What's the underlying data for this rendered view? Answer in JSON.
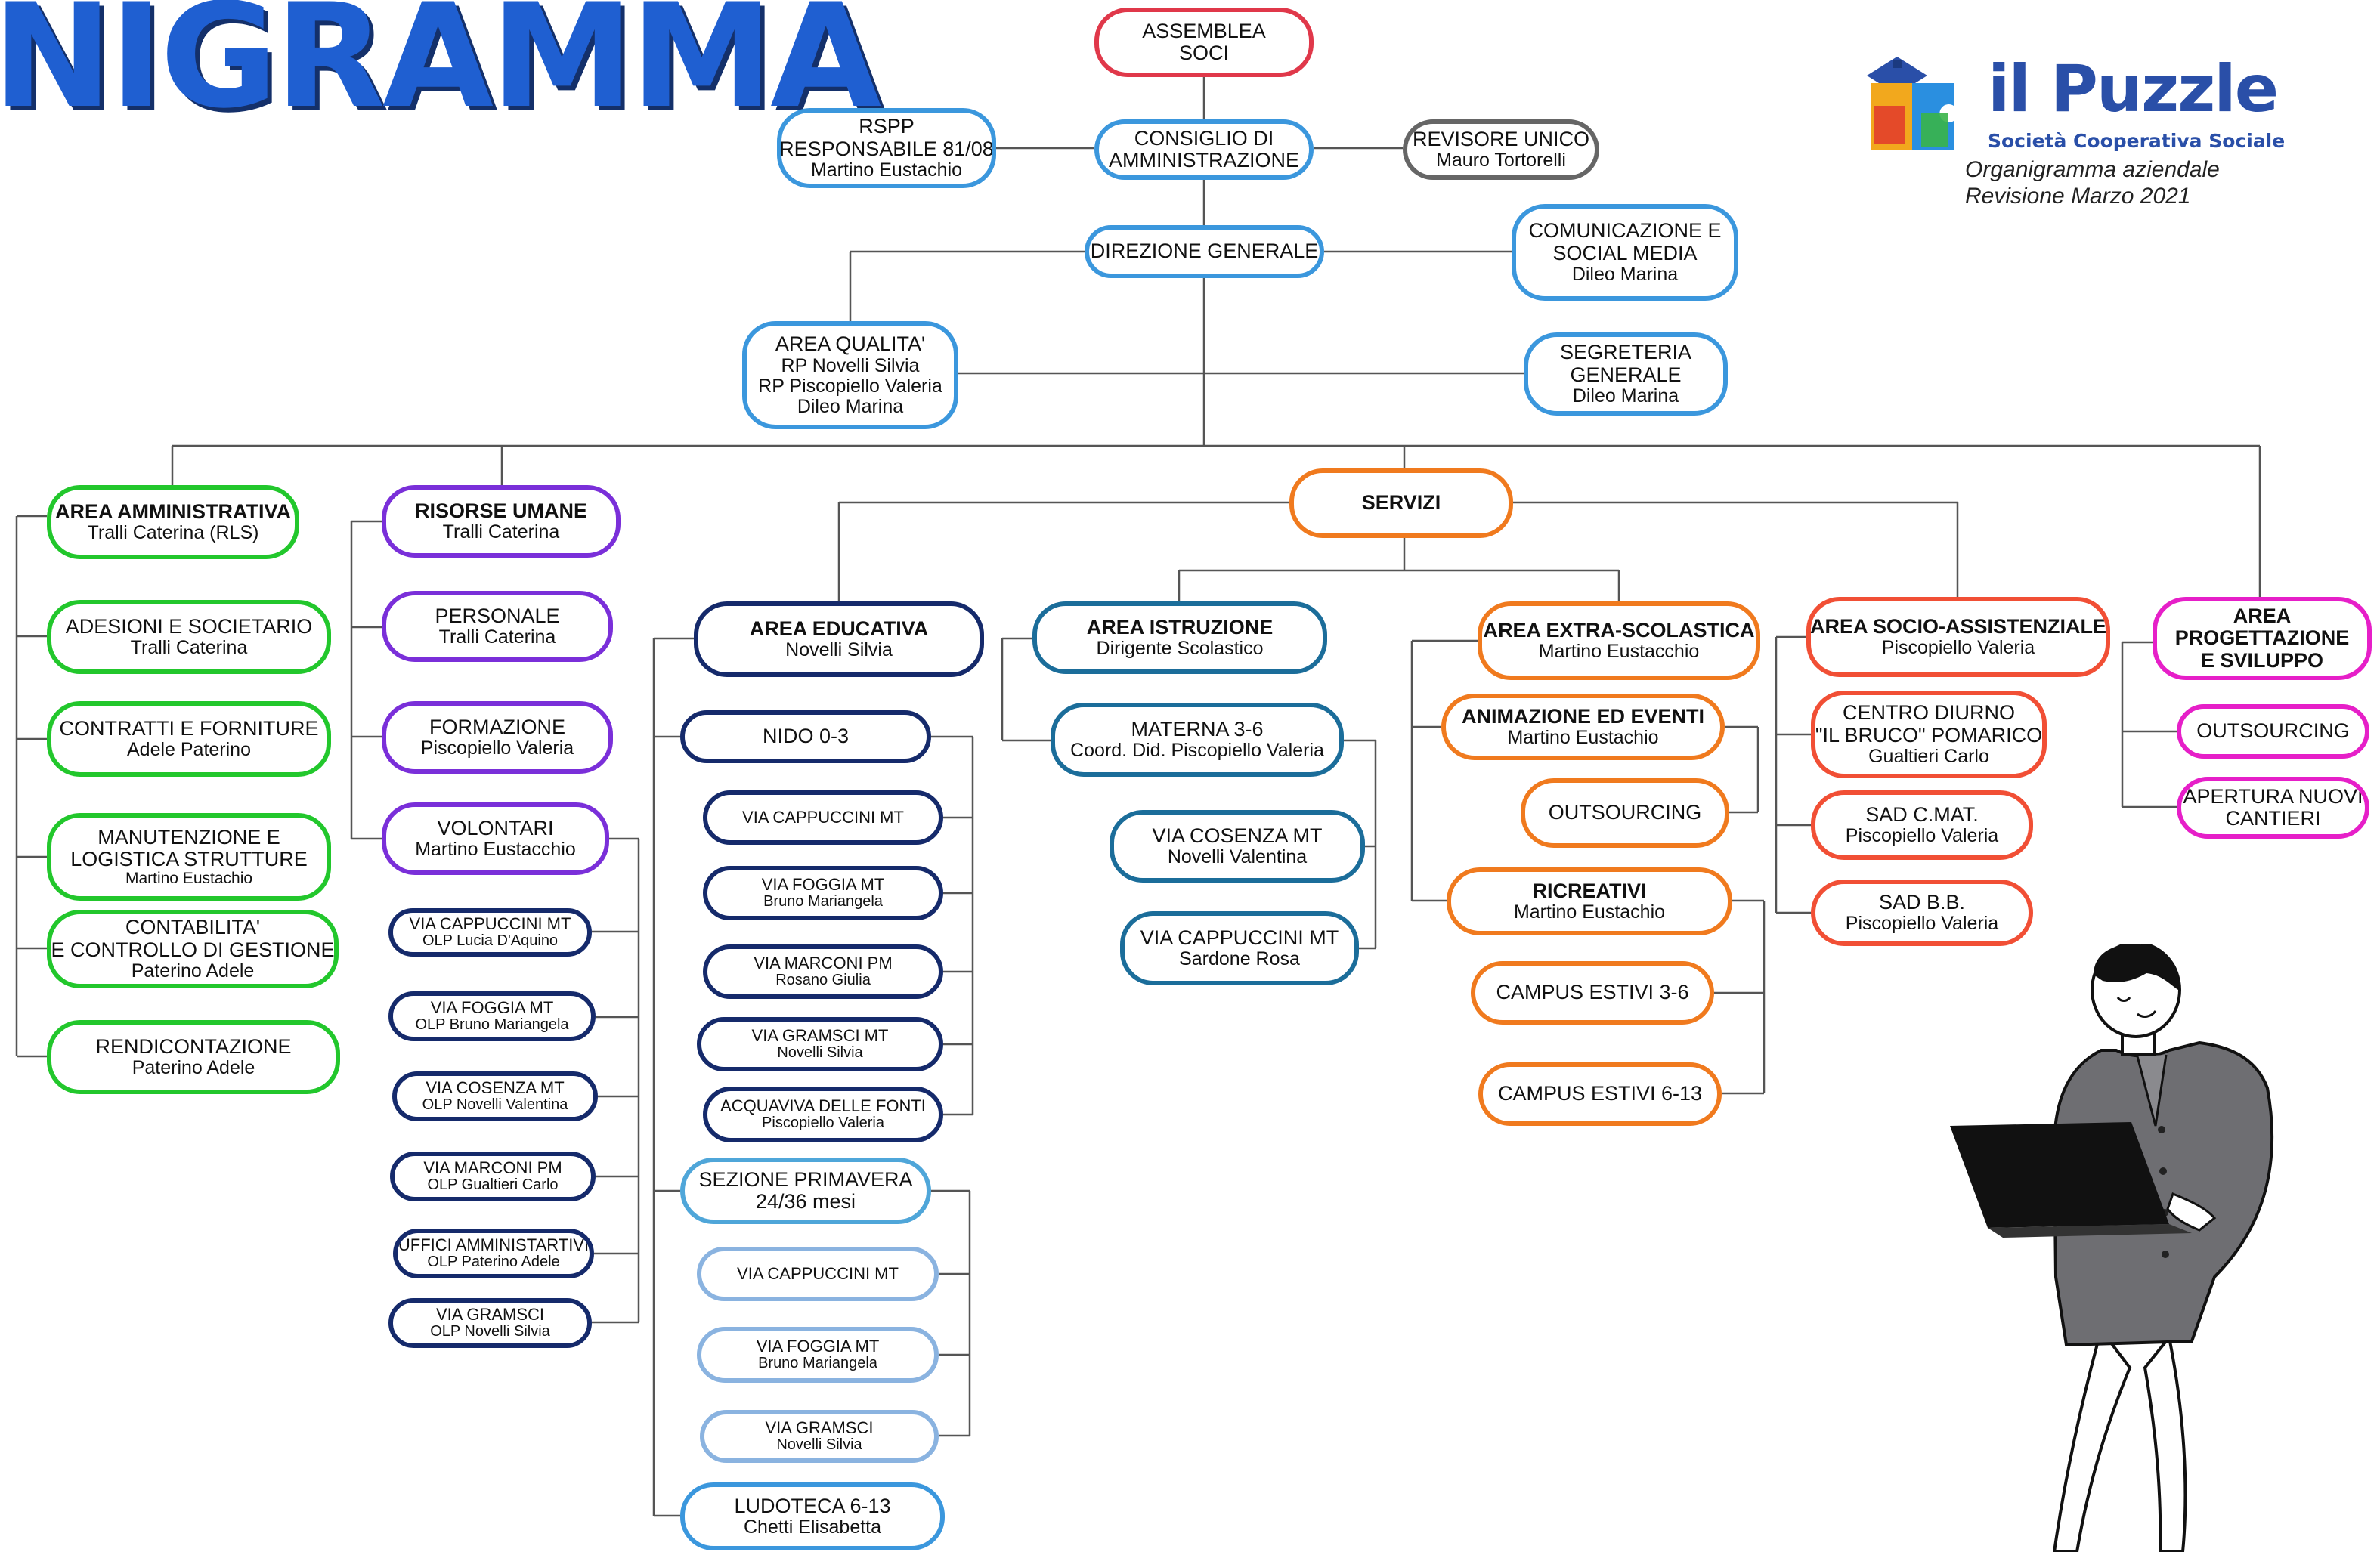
{
  "title": "NIGRAMMA",
  "logo": {
    "name": "il Puzzle",
    "subtitle": "Società Cooperativa Sociale",
    "caption1": "Organigramma aziendale",
    "caption2": "Revisione Marzo 2021"
  },
  "colors": {
    "title": "#1f5fd1",
    "governance_red": "#e0384a",
    "staff_blue": "#3b97dd",
    "revisore_gray": "#666666",
    "servizi_orange": "#f07a1e",
    "amministrativa_green": "#22c72c",
    "risorse_umane_purple": "#7a2fd9",
    "educativa_navy": "#152a6b",
    "istruzione_teal": "#1b6d9a",
    "socio_assistenziale_red": "#f14f35",
    "progettazione_pink": "#e61fc8",
    "logo_blue": "#2a4fa8"
  },
  "icons": {
    "logo": "puzzle-logo-icon",
    "person": "person-with-laptop-illustration"
  },
  "nodes": {
    "assemblea": {
      "line1": "ASSEMBLEA",
      "line2": "SOCI"
    },
    "consiglio": {
      "line1": "CONSIGLIO DI",
      "line2": "AMMINISTRAZIONE"
    },
    "rspp": {
      "line1": "RSPP",
      "line2": "RESPONSABILE 81/08",
      "line3": "Martino Eustachio"
    },
    "revisore": {
      "line1": "REVISORE UNICO",
      "line2": "Mauro Tortorelli"
    },
    "direzione": {
      "line1": "DIREZIONE GENERALE"
    },
    "comunicazione": {
      "line1": "COMUNICAZIONE E",
      "line2": "SOCIAL MEDIA",
      "line3": "Dileo Marina"
    },
    "qualita": {
      "line1": "AREA QUALITA'",
      "line2": "RP Novelli Silvia",
      "line3": "RP Piscopiello Valeria",
      "line4": "Dileo Marina"
    },
    "segreteria": {
      "line1": "SEGRETERIA",
      "line2": "GENERALE",
      "line3": "Dileo Marina"
    },
    "servizi": {
      "line1": "SERVIZI"
    },
    "amministrativa": {
      "line1": "AREA AMMINISTRATIVA",
      "line2": "Tralli Caterina (RLS)"
    },
    "adesioni": {
      "line1": "ADESIONI E SOCIETARIO",
      "line2": "Tralli Caterina"
    },
    "contratti": {
      "line1": "CONTRATTI E FORNITURE",
      "line2": "Adele Paterino"
    },
    "manutenzione": {
      "line1": "MANUTENZIONE  E",
      "line2": "LOGISTICA  STRUTTURE",
      "line3": "Martino Eustachio"
    },
    "contabilita": {
      "line1": "CONTABILITA'",
      "line2": "E CONTROLLO DI GESTIONE",
      "line3": "Paterino Adele"
    },
    "rendicontazione": {
      "line1": "RENDICONTAZIONE",
      "line2": "Paterino Adele"
    },
    "risorse": {
      "line1": "RISORSE UMANE",
      "line2": "Tralli Caterina"
    },
    "personale": {
      "line1": "PERSONALE",
      "line2": "Tralli Caterina"
    },
    "formazione": {
      "line1": "FORMAZIONE",
      "line2": "Piscopiello Valeria"
    },
    "volontari": {
      "line1": "VOLONTARI",
      "line2": "Martino Eustacchio"
    },
    "vol_cappuccini": {
      "line1": "VIA CAPPUCCINI MT",
      "line2": "OLP Lucia D'Aquino"
    },
    "vol_foggia": {
      "line1": "VIA FOGGIA MT",
      "line2": "OLP Bruno Mariangela"
    },
    "vol_cosenza": {
      "line1": "VIA COSENZA MT",
      "line2": "OLP Novelli Valentina"
    },
    "vol_marconi": {
      "line1": "VIA MARCONI PM",
      "line2": "OLP Gualtieri Carlo"
    },
    "vol_uffici": {
      "line1": "UFFICI AMMINISTARTIVI",
      "line2": "OLP Paterino Adele"
    },
    "vol_gramsci": {
      "line1": "VIA GRAMSCI",
      "line2": "OLP Novelli Silvia"
    },
    "educativa": {
      "line1": "AREA EDUCATIVA",
      "line2": "Novelli Silvia"
    },
    "nido": {
      "line1": "NIDO 0-3"
    },
    "nido_cappuccini": {
      "line1": "VIA CAPPUCCINI MT"
    },
    "nido_foggia": {
      "line1": "VIA FOGGIA MT",
      "line2": "Bruno Mariangela"
    },
    "nido_marconi": {
      "line1": "VIA MARCONI PM",
      "line2": "Rosano Giulia"
    },
    "nido_gramsci": {
      "line1": "VIA GRAMSCI MT",
      "line2": "Novelli Silvia"
    },
    "nido_acquaviva": {
      "line1": "ACQUAVIVA DELLE FONTI",
      "line2": "Piscopiello Valeria"
    },
    "primavera": {
      "line1": "SEZIONE PRIMAVERA",
      "line2": "24/36 mesi"
    },
    "prim_cappuccini": {
      "line1": "VIA CAPPUCCINI MT"
    },
    "prim_foggia": {
      "line1": "VIA FOGGIA MT",
      "line2": "Bruno Mariangela"
    },
    "prim_gramsci": {
      "line1": "VIA GRAMSCI",
      "line2": "Novelli Silvia"
    },
    "ludoteca": {
      "line1": "LUDOTECA 6-13",
      "line2": "Chetti Elisabetta"
    },
    "istruzione": {
      "line1": "AREA ISTRUZIONE",
      "line2": "Dirigente Scolastico"
    },
    "materna": {
      "line1": "MATERNA 3-6",
      "line2": "Coord. Did. Piscopiello Valeria"
    },
    "ist_cosenza": {
      "line1": "VIA COSENZA  MT",
      "line2": "Novelli Valentina"
    },
    "ist_cappuccini": {
      "line1": "VIA CAPPUCCINI MT",
      "line2": "Sardone Rosa"
    },
    "extra": {
      "line1": "AREA EXTRA-SCOLASTICA",
      "line2": "Martino Eustacchio"
    },
    "animazione": {
      "line1": "ANIMAZIONE ED EVENTI",
      "line2": "Martino Eustachio"
    },
    "extra_outsourcing": {
      "line1": "OUTSOURCING"
    },
    "ricreativi": {
      "line1": "RICREATIVI",
      "line2": "Martino Eustachio"
    },
    "campus36": {
      "line1": "CAMPUS ESTIVI 3-6"
    },
    "campus613": {
      "line1": "CAMPUS  ESTIVI 6-13"
    },
    "socio": {
      "line1": "AREA SOCIO-ASSISTENZIALE",
      "line2": "Piscopiello Valeria"
    },
    "centro": {
      "line1": "CENTRO DIURNO",
      "line2": "\"IL BRUCO\" POMARICO",
      "line3": "Gualtieri Carlo"
    },
    "sad_cmat": {
      "line1": "SAD  C.MAT.",
      "line2": "Piscopiello Valeria"
    },
    "sad_bb": {
      "line1": "SAD  B.B.",
      "line2": "Piscopiello Valeria"
    },
    "progettazione": {
      "line1": "AREA",
      "line2": "PROGETTAZIONE",
      "line3": "E  SVILUPPO"
    },
    "prog_outsourcing": {
      "line1": "OUTSOURCING"
    },
    "apertura": {
      "line1": "APERTURA NUOVI",
      "line2": "CANTIERI"
    }
  }
}
